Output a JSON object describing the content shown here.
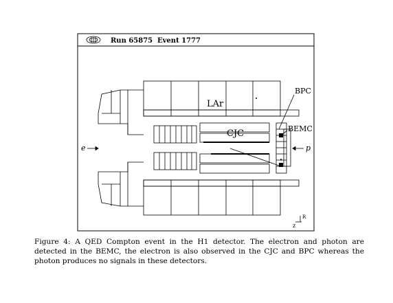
{
  "header": {
    "run_label": "Run 65875",
    "event_label": "Event 1777"
  },
  "labels": {
    "lar": "LAr",
    "cjc": "CJC",
    "bpc": "BPC",
    "bemc": "BEMC",
    "electron": "e",
    "proton": "p",
    "axis_r": "R",
    "axis_z": "z"
  },
  "icons": {
    "logo": "h1-logo-icon"
  },
  "caption": {
    "text": "Figure 4:  A QED Compton event in the H1 detector.  The electron and photon are detected in the BEMC, the electron is also observed in the CJC and BPC whereas the photon produces no signals in these detectors."
  }
}
